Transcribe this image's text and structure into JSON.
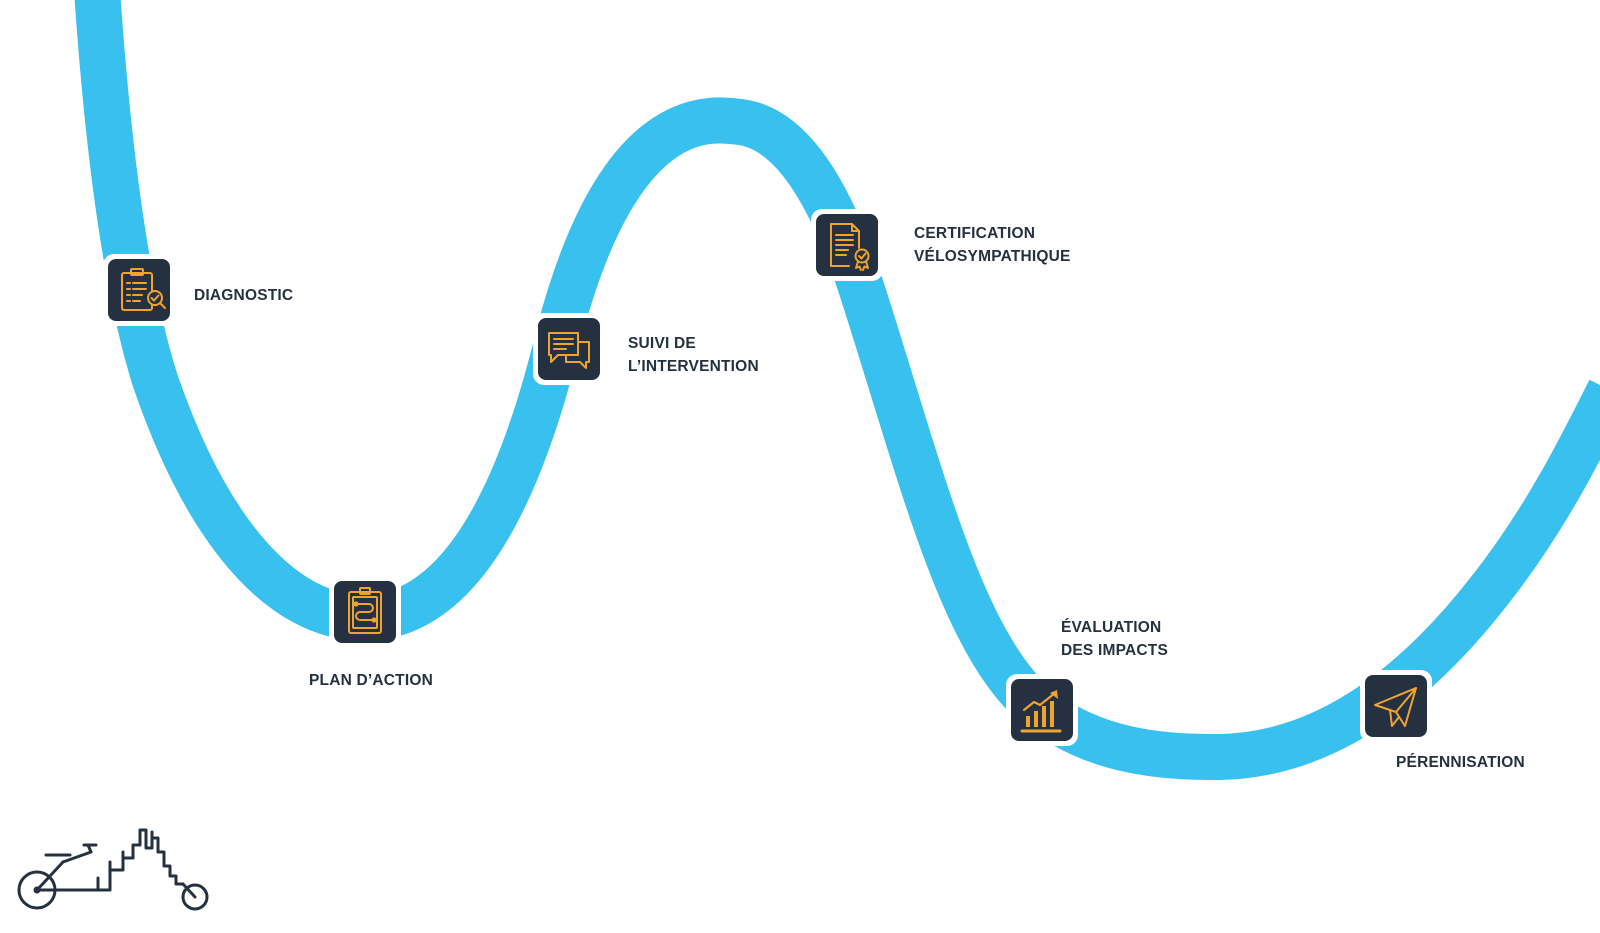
{
  "diagram": {
    "path_color": "#38c0ee",
    "icon_tile_color": "#253141",
    "icon_stroke_color": "#f0a430",
    "label_color": "#253040",
    "steps": [
      {
        "id": "diagnostic",
        "icon": "clipboard-check-icon",
        "lines": [
          "DIAGNOSTIC"
        ]
      },
      {
        "id": "plan-action",
        "icon": "clipboard-flow-icon",
        "lines": [
          "PLAN D’ACTION"
        ]
      },
      {
        "id": "suivi",
        "icon": "chat-bubbles-icon",
        "lines": [
          "SUIVI DE",
          "L’INTERVENTION"
        ]
      },
      {
        "id": "certification",
        "icon": "certificate-document-icon",
        "lines": [
          "CERTIFICATION",
          "VÉLOSYMPATHIQUE"
        ]
      },
      {
        "id": "evaluation",
        "icon": "growth-chart-icon",
        "lines": [
          "ÉVALUATION",
          "DES IMPACTS"
        ]
      },
      {
        "id": "perennisation",
        "icon": "paper-plane-icon",
        "lines": [
          "PÉRENNISATION"
        ]
      }
    ]
  },
  "logo": {
    "icon": "cargo-bike-city-logo",
    "color": "#253141"
  }
}
